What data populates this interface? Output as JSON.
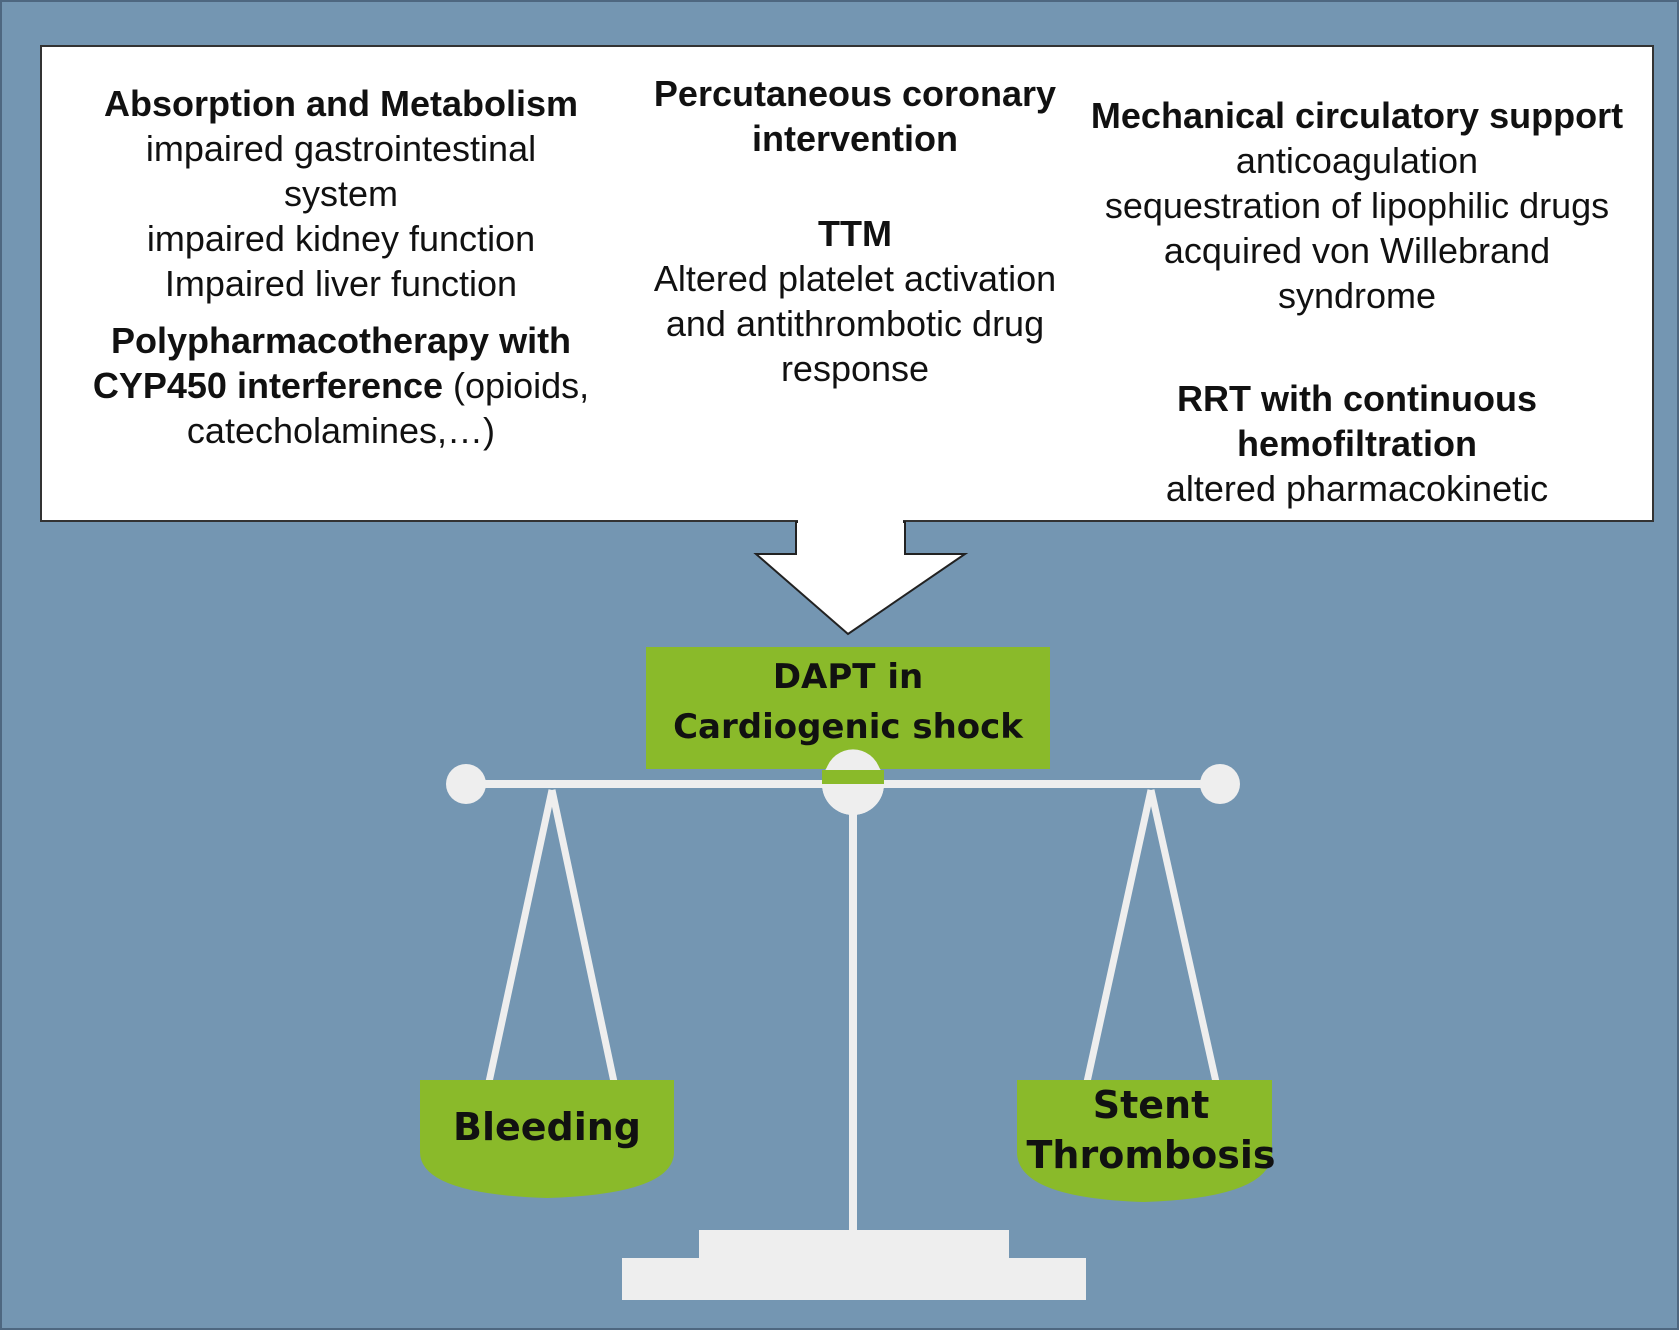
{
  "left_column": {
    "absorption_heading": "Absorption and Metabolism",
    "absorption_items": [
      "impaired gastrointestinal",
      "system",
      "impaired kidney function",
      "Impaired liver function"
    ],
    "poly_heading_line1": "Polypharmacotherapy with",
    "poly_heading_line2": "CYP450 interference",
    "poly_suffix": " (opioids,",
    "poly_line3": "catecholamines,…)"
  },
  "middle_column": {
    "pci_line1": "Percutaneous coronary",
    "pci_line2": "intervention",
    "ttm_heading": "TTM",
    "ttm_items": [
      "Altered platelet activation",
      "and antithrombotic drug",
      "response"
    ]
  },
  "right_column": {
    "mcs_heading": "Mechanical circulatory support",
    "mcs_items": [
      "anticoagulation",
      "sequestration of lipophilic drugs",
      "acquired von Willebrand",
      "syndrome"
    ],
    "rrt_heading_line1": "RRT with continuous",
    "rrt_heading_line2": "hemofiltration",
    "rrt_item": "altered pharmacokinetic"
  },
  "scale": {
    "dapt_line1": "DAPT in",
    "dapt_line2": "Cardiogenic shock",
    "left_pan": "Bleeding",
    "right_pan_line1": "Stent",
    "right_pan_line2": "Thrombosis"
  },
  "colors": {
    "background": "#7496b2",
    "accent_green": "#8aba2a",
    "scale_white": "#eeeeee"
  }
}
